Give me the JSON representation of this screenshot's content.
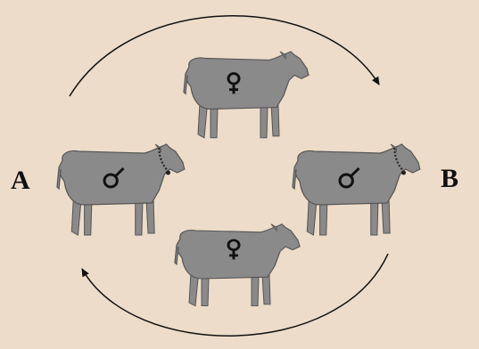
{
  "labels": {
    "left": "A",
    "right": "B"
  },
  "cows": [
    {
      "id": "top",
      "symbol": "female",
      "collar": false
    },
    {
      "id": "left",
      "symbol": "male",
      "collar": true
    },
    {
      "id": "right",
      "symbol": "male",
      "collar": true
    },
    {
      "id": "bottom",
      "symbol": "female",
      "collar": false
    }
  ],
  "arrows": [
    {
      "id": "top-arc",
      "direction": "clockwise"
    },
    {
      "id": "bottom-arc",
      "direction": "clockwise"
    }
  ],
  "colors": {
    "background": "#eddcc9",
    "cow_fill": "#8a8a8a",
    "cow_outline": "#555555",
    "ink": "#111111"
  }
}
